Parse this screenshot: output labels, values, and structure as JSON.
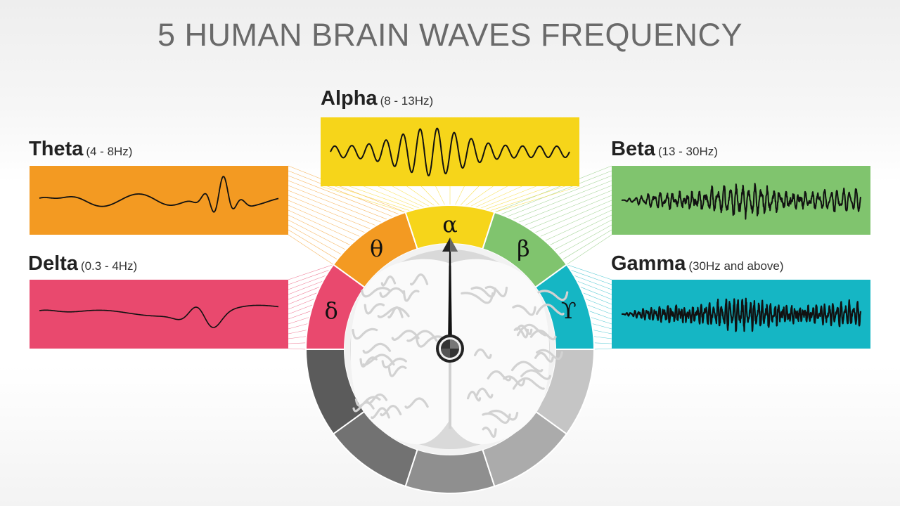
{
  "title": "5 HUMAN BRAIN WAVES FREQUENCY",
  "waves": [
    {
      "key": "delta",
      "name": "Delta",
      "range": "(0.3 - 4Hz)",
      "symbol": "δ",
      "color": "#e9496e"
    },
    {
      "key": "theta",
      "name": "Theta",
      "range": "(4 - 8Hz)",
      "symbol": "θ",
      "color": "#f39a22"
    },
    {
      "key": "alpha",
      "name": "Alpha",
      "range": "(8 - 13Hz)",
      "symbol": "α",
      "color": "#f6d51a"
    },
    {
      "key": "beta",
      "name": "Beta",
      "range": "(13 - 30Hz)",
      "symbol": "β",
      "color": "#80c46e"
    },
    {
      "key": "gamma",
      "name": "Gamma",
      "range": "(30Hz and above)",
      "symbol": "ϒ",
      "color": "#15b6c4"
    }
  ],
  "gray_segments": [
    "#5b5b5b",
    "#727272",
    "#8f8f8f",
    "#ababab",
    "#c5c5c5"
  ],
  "needle_points_to": "alpha"
}
